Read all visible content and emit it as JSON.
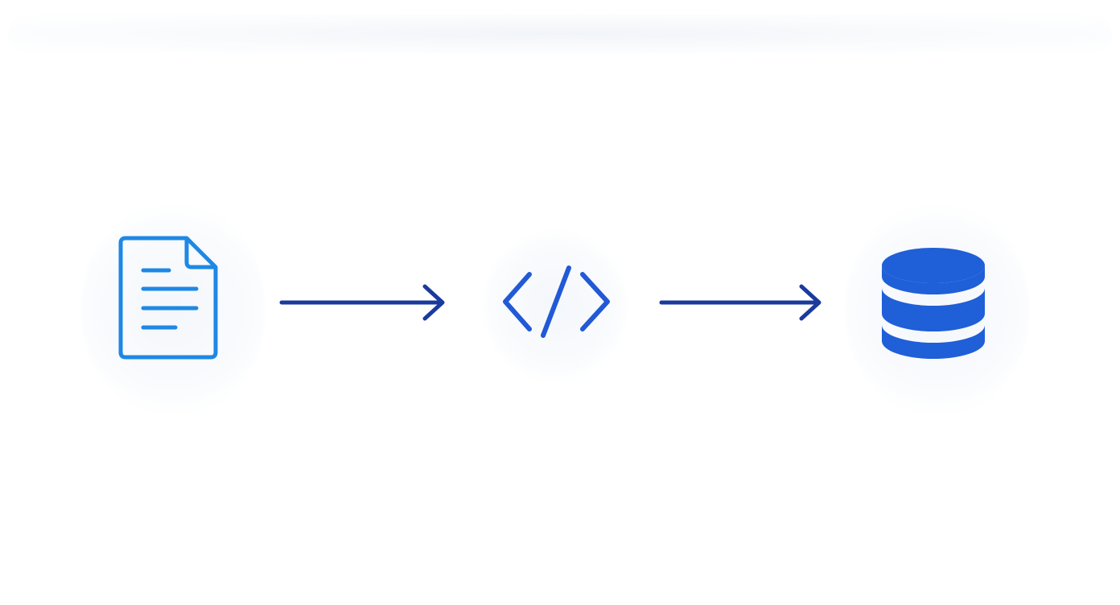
{
  "diagram": {
    "nodes": [
      {
        "id": "document",
        "icon": "document-icon",
        "color": "#1E88E5"
      },
      {
        "id": "code",
        "icon": "code-brackets-icon",
        "color": "#2159D6"
      },
      {
        "id": "database",
        "icon": "database-icon",
        "color": "#1F5FD8"
      }
    ],
    "edges": [
      {
        "from": "document",
        "to": "code",
        "color": "#1B3A9E"
      },
      {
        "from": "code",
        "to": "database",
        "color": "#1B3A9E"
      }
    ],
    "background": "#FFFFFF"
  }
}
